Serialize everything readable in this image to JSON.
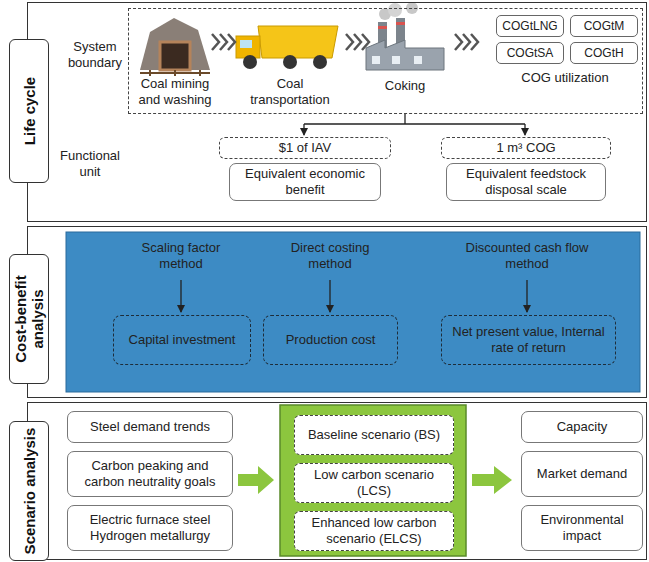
{
  "diagram": {
    "nodes": [
      {
        "text": [
          "Life cycle"
        ]
      },
      {
        "text": [
          "System boundary"
        ],
        "in": 0
      },
      {
        "text": [
          "COGtLNG"
        ],
        "in": 1
      },
      {
        "text": [
          "COGtM"
        ],
        "in": 1
      },
      {
        "text": [
          "COGtSA"
        ],
        "in": 1
      },
      {
        "text": [
          "COGtH"
        ],
        "in": 1
      },
      {
        "text": [
          "$1 of IAV"
        ],
        "in": 0
      },
      {
        "text": [
          "Equivalent economic benefit"
        ],
        "in": 0
      },
      {
        "text": [
          "1 m³ COG"
        ],
        "in": 0
      },
      {
        "text": [
          "Equivalent feedstock disposal scale"
        ],
        "in": 0
      },
      {
        "text": [
          "Cost-benefit analysis"
        ]
      },
      {
        "text": [
          "Capital investment"
        ],
        "in": 10
      },
      {
        "text": [
          "Production cost"
        ],
        "in": 10
      },
      {
        "text": [
          "Net present value, Internal rate of return"
        ],
        "in": 10
      },
      {
        "text": [
          "Scenario analysis"
        ]
      },
      {
        "text": [
          "Steel demand trends"
        ],
        "in": 14
      },
      {
        "text": [
          "Carbon peaking and carbon neutrality goals"
        ],
        "in": 14
      },
      {
        "text": [
          "Electric furnace steel Hydrogen metallurgy"
        ],
        "in": 14
      },
      {
        "text": [
          "Baseline scenario (BS)"
        ],
        "in": 14
      },
      {
        "text": [
          "Low carbon scenario (LCS)"
        ],
        "in": 14
      },
      {
        "text": [
          "Enhanced low carbon scenario (ELCS)"
        ],
        "in": 14
      },
      {
        "text": [
          "Capacity"
        ],
        "in": 14
      },
      {
        "text": [
          "Market demand"
        ],
        "in": 14
      },
      {
        "text": [
          "Environmental impact"
        ],
        "in": 14
      }
    ],
    "labels": [
      "Coal mining and washing",
      "Coal transportation",
      "Coking",
      "COG utilization",
      "Functional unit",
      "Scaling factor method",
      "Direct costing method",
      "Discounted cash flow method"
    ]
  }
}
